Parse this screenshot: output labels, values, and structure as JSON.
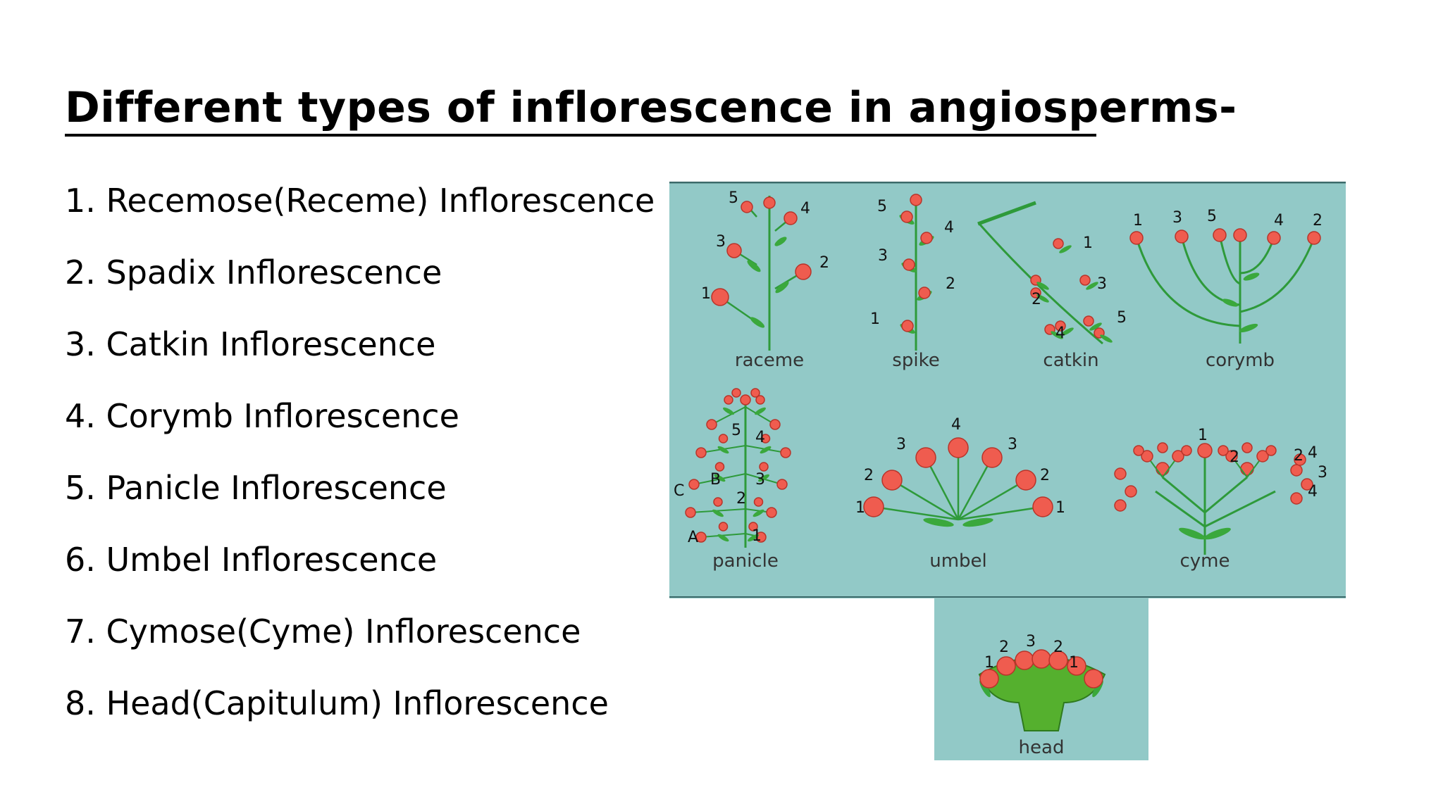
{
  "title": "Different types of inflorescence in angiosperms-",
  "list_items": [
    "1. Recemose(Receme) Inflorescence",
    "2. Spadix Inflorescence",
    "3. Catkin Inflorescence",
    "4. Corymb Inflorescence",
    "5. Panicle Inflorescence",
    "6. Umbel Inflorescence",
    "7. Cymose(Cyme) Inflorescence",
    "8. Head(Capitulum) Inflorescence"
  ],
  "diagram": {
    "labels": {
      "raceme": "raceme",
      "spike": "spike",
      "catkin": "catkin",
      "corymb": "corymb",
      "panicle": "panicle",
      "umbel": "umbel",
      "cyme": "cyme",
      "head": "head"
    },
    "numbers": {
      "one": "1",
      "two": "2",
      "three": "3",
      "four": "4",
      "five": "5",
      "a": "A",
      "b": "B",
      "c": "C"
    },
    "colors": {
      "panel_background": "#92c9c7",
      "flower": "#ef5c4f",
      "flower_outline": "#b8342a",
      "stem": "#2e9a3a",
      "leaf": "#3aa83c",
      "receptacle": "#55b02e"
    }
  }
}
